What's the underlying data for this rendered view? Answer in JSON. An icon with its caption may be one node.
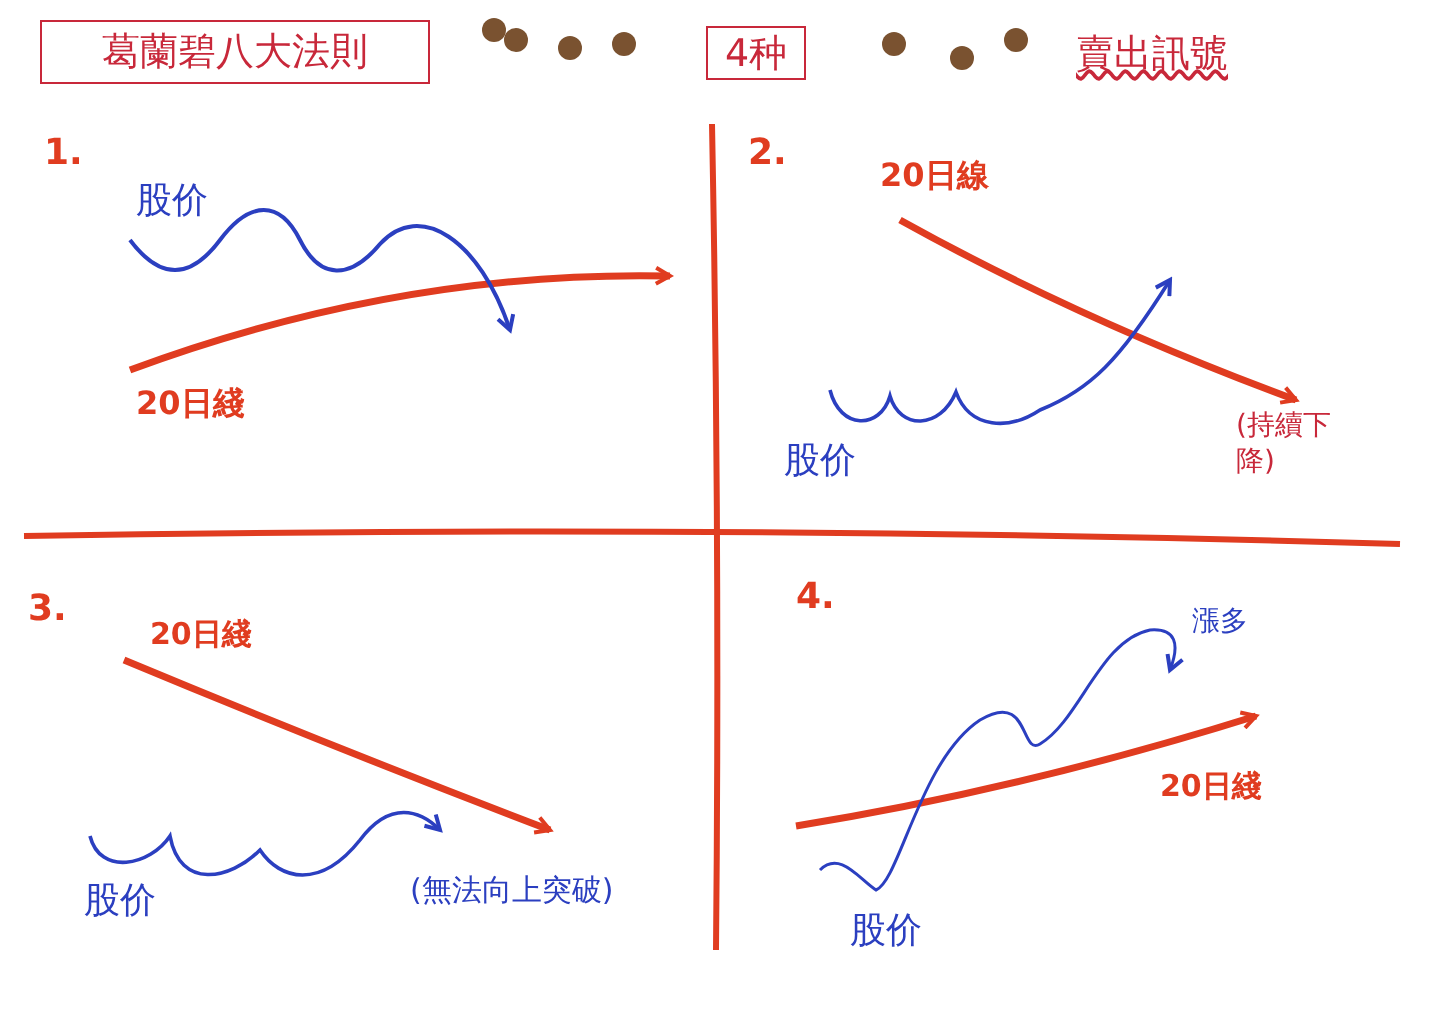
{
  "diagram": {
    "nodes": [
      {
        "text": [
          "葛蘭碧八大法則"
        ]
      },
      {
        "text": [
          "4种"
        ]
      }
    ],
    "labels": [
      "賣出訊號",
      "1.",
      "股价",
      "20日綫",
      "2.",
      "20日線",
      "股价",
      "(持續下降)",
      "3.",
      "20日綫",
      "股价",
      "(無法向上突破)",
      "4.",
      "漲多",
      "20日綫",
      "股价"
    ]
  }
}
